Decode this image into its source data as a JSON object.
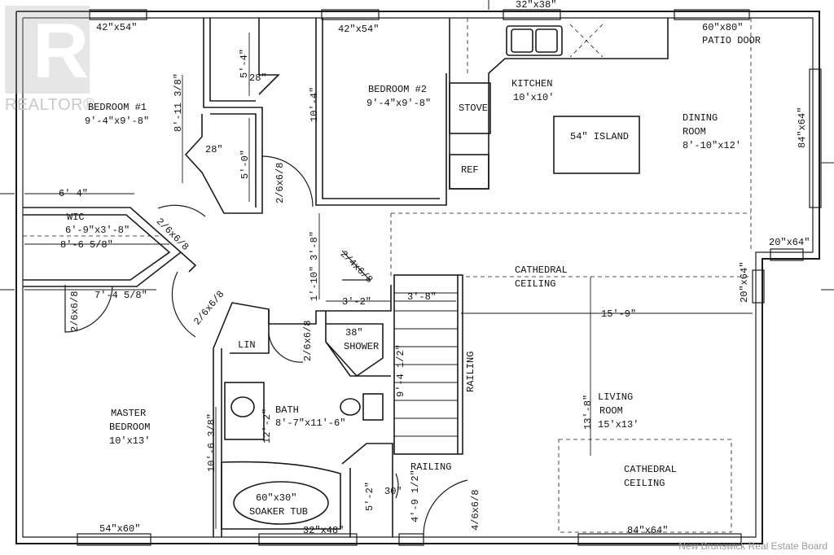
{
  "watermark": {
    "realtor": "REALTOR®",
    "credit": "New Brunswick Real Estate Board"
  },
  "windows": {
    "top_left": "42\"x54\"",
    "top_middle": "42\"x54\"",
    "top_right": "32\"x38\"",
    "patio_size": "60\"x80\"",
    "patio_label": "PATIO DOOR",
    "right_upper": "84\"x64\"",
    "right_mid": "20\"x64\"",
    "right_lower": "20\"x64\"",
    "bottom_left": "54\"x60\"",
    "bottom_mid": "32\"x48\"",
    "bottom_right": "84\"x64\""
  },
  "rooms": {
    "bedroom1": {
      "name": "BEDROOM #1",
      "size": "9'-4\"x9'-8\""
    },
    "bedroom2": {
      "name": "BEDROOM #2",
      "size": "9'-4\"x9'-8\""
    },
    "kitchen": {
      "name": "KITCHEN",
      "size": "10'x10'"
    },
    "dining": {
      "name": "DINING",
      "name2": "ROOM",
      "size": "8'-10\"x12'"
    },
    "wic": {
      "name": "WIC",
      "size": "6'-9\"x3'-8\""
    },
    "master": {
      "name": "MASTER",
      "name2": "BEDROOM",
      "size": "10'x13'"
    },
    "bath": {
      "name": "BATH",
      "size": "8'-7\"x11'-6\""
    },
    "living": {
      "name": "LIVING",
      "name2": "ROOM",
      "size": "15'x13'"
    }
  },
  "fixtures": {
    "stove": "STOVE",
    "ref": "REF",
    "island": "54\" ISLAND",
    "lin": "LIN",
    "shower_size": "38\"",
    "shower": "SHOWER",
    "tub_size": "60\"x30\"",
    "tub": "SOAKER TUB",
    "railing_v": "RAILING",
    "railing_h": "RAILING",
    "cathedral1": "CATHEDRAL",
    "cathedral1b": "CEILING",
    "cathedral2": "CATHEDRAL",
    "cathedral2b": "CEILING"
  },
  "doors": {
    "d1": "2/6x6/8",
    "d2": "2/6x6/8",
    "d3": "2/6x6/8",
    "d4": "2/6x6/8",
    "d5": "2/6x6/8",
    "d6": "2/4x6/8",
    "d7": "4/6x6/8"
  },
  "dims": {
    "closet_w1": "28\"",
    "closet_w2": "28\"",
    "d_5_4": "5'-4\"",
    "d_5_0": "5'-0\"",
    "d_8_11": "8'-11 3/8\"",
    "d_10_4": "10'-4\"",
    "d_6_4": "6'-4\"",
    "d_8_6": "8'-6 5/8\"",
    "d_7_4": "7'-4 5/8\"",
    "d_3_8a": "3'-8\"",
    "d_1_10": "1'-10\"",
    "d_3_2": "3'-2\"",
    "d_3_8b": "3'-8\"",
    "d_15_9": "15'-9\"",
    "d_9_4": "9'-4 1/2\"",
    "d_13_8": "13'-8\"",
    "d_12_2": "12'-2\"",
    "d_10_6": "10'-6 3/8\"",
    "d_5_2": "5'-2\"",
    "d_4_9": "4'-9 1/2\"",
    "d_30": "30\""
  }
}
